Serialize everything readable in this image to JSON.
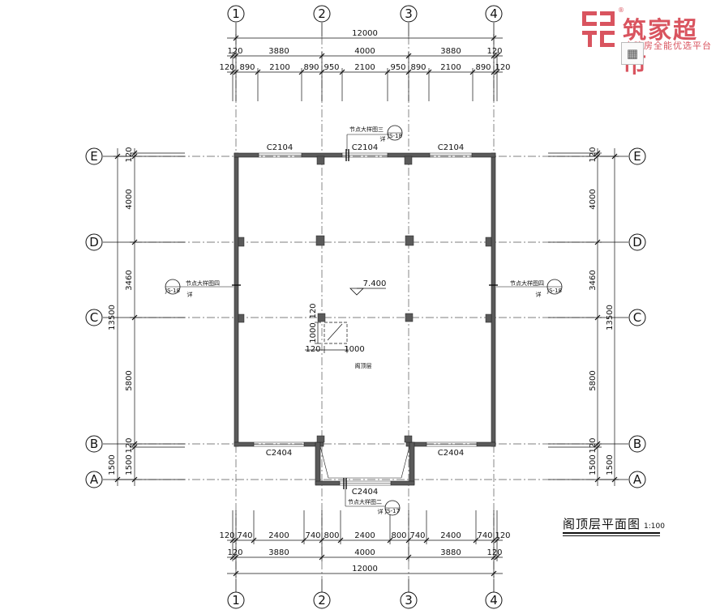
{
  "brand": {
    "name": "筑家超市",
    "slogan": "自建房全能优选平台",
    "registered": "®",
    "accent": "#d9545f"
  },
  "tool_icon": "grid-icon",
  "drawing": {
    "title": "阁顶层平面图",
    "scale": "1:100",
    "elevation": "7.400",
    "room_label": "阁顶层",
    "axes_vertical": [
      "1",
      "2",
      "3",
      "4"
    ],
    "axes_horizontal": [
      "E",
      "D",
      "C",
      "B",
      "A"
    ],
    "top_dims": {
      "overall": "12000",
      "bays": [
        "3880",
        "4000",
        "3880"
      ],
      "end_offsets": [
        "120",
        "120"
      ],
      "openings": [
        "120",
        "890",
        "2100",
        "890",
        "950",
        "2100",
        "950",
        "890",
        "2100",
        "890",
        "120"
      ]
    },
    "bottom_dims": {
      "overall": "12000",
      "bays": [
        "3880",
        "4000",
        "3880"
      ],
      "end_offsets": [
        "120",
        "120"
      ],
      "openings": [
        "120",
        "740",
        "2400",
        "740",
        "800",
        "2400",
        "800",
        "740",
        "2400",
        "740",
        "120"
      ]
    },
    "side_dims": {
      "overall": "13500",
      "bays": [
        "4000",
        "3460",
        "5800",
        "1500"
      ],
      "offsets": [
        "120",
        "120"
      ]
    },
    "windows": {
      "top": [
        "C2104",
        "C2104",
        "C2104"
      ],
      "bottom": [
        "C2404",
        "C2404"
      ],
      "bay": "C2404"
    },
    "hatch_dims": {
      "w": "1000",
      "h": "1000",
      "offset_x": "120",
      "offset_y": "120"
    },
    "details": {
      "top": {
        "label": "节点大样图三",
        "code": "JS-18",
        "note": "详"
      },
      "left": {
        "label": "节点大样图四",
        "code": "JS-18",
        "note": "详"
      },
      "right": {
        "label": "节点大样图四",
        "code": "JS-18",
        "note": "详"
      },
      "bottom": {
        "label": "节点大样图二",
        "code": "JS-17",
        "note": "详"
      }
    }
  }
}
